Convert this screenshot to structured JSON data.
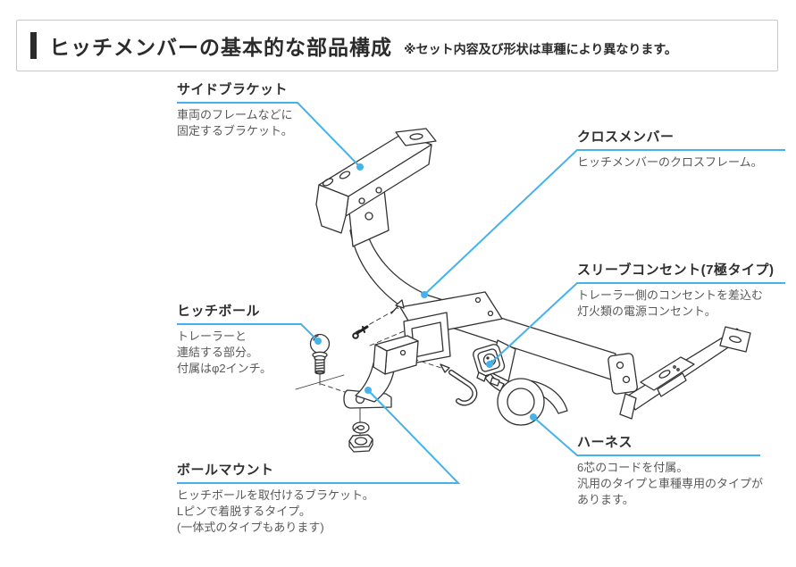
{
  "header": {
    "title": "ヒッチメンバーの基本的な部品構成",
    "note": "※セット内容及び形状は車種により異なります。"
  },
  "colors": {
    "accent": "#45b2ec",
    "line": "#333333"
  },
  "labels": {
    "side_bracket": {
      "title": "サイドブラケット",
      "desc": "車両のフレームなどに\n固定するブラケット。"
    },
    "cross_member": {
      "title": "クロスメンバー",
      "desc": "ヒッチメンバーのクロスフレーム。"
    },
    "sleeve_outlet": {
      "title": "スリーブコンセント(7極タイプ)",
      "desc": "トレーラー側のコンセントを差込む\n灯火類の電源コンセント。"
    },
    "hitch_ball": {
      "title": "ヒッチボール",
      "desc": "トレーラーと\n連結する部分。\n付属はφ2インチ。"
    },
    "ball_mount": {
      "title": "ボールマウント",
      "desc": "ヒッチボールを取付けるブラケット。\nLピンで着脱するタイプ。\n(一体式のタイプもあります)"
    },
    "harness": {
      "title": "ハーネス",
      "desc": "6芯のコードを付属。\n汎用のタイプと車種専用のタイプが\nあります。"
    }
  }
}
